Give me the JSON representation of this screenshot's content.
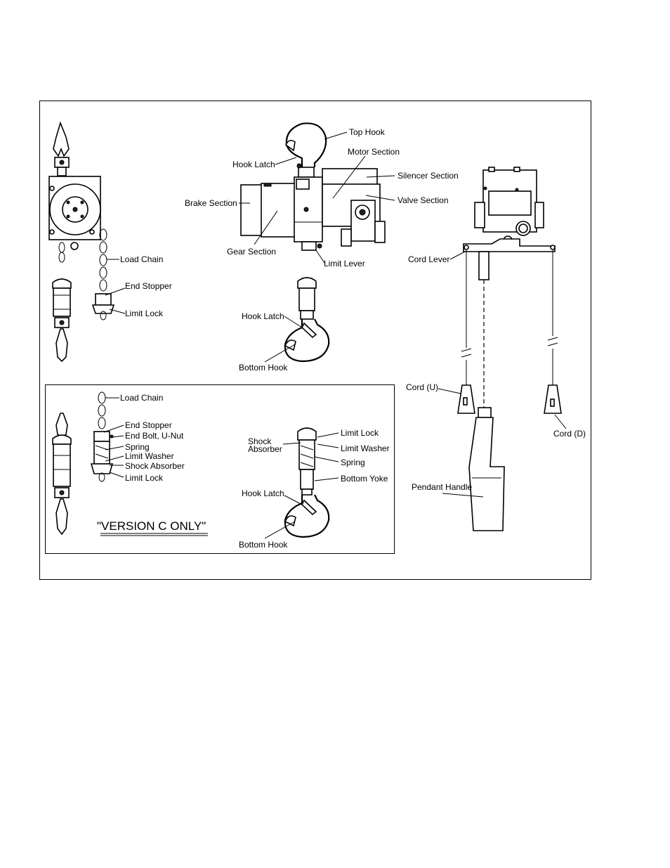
{
  "labels": {
    "top_hook": "Top Hook",
    "motor_section": "Motor Section",
    "hook_latch_top": "Hook Latch",
    "silencer_section": "Silencer Section",
    "brake_section": "Brake Section",
    "valve_section": "Valve Section",
    "gear_section": "Gear Section",
    "limit_lever": "Limit Lever",
    "hook_latch_bottom": "Hook Latch",
    "bottom_hook": "Bottom Hook",
    "load_chain_left": "Load Chain",
    "end_stopper_left": "End Stopper",
    "limit_lock_left": "Limit Lock",
    "cord_lever": "Cord Lever",
    "cord_u": "Cord (U)",
    "cord_d": "Cord (D)",
    "pendant_handle": "Pendant Handle"
  },
  "inset": {
    "load_chain": "Load Chain",
    "end_stopper": "End Stopper",
    "end_bolt": "End Bolt, U-Nut",
    "spring_left": "Spring",
    "limit_washer_left": "Limit Washer",
    "shock_absorber_left": "Shock Absorber",
    "limit_lock_left": "Limit Lock",
    "version_label": "\"VERSION C ONLY\"",
    "shock_line1": "Shock",
    "shock_line2": "Absorber",
    "limit_lock_right": "Limit Lock",
    "limit_washer_right": "Limit Washer",
    "spring_right": "Spring",
    "bottom_yoke": "Bottom Yoke",
    "hook_latch": "Hook Latch",
    "bottom_hook": "Bottom Hook"
  }
}
